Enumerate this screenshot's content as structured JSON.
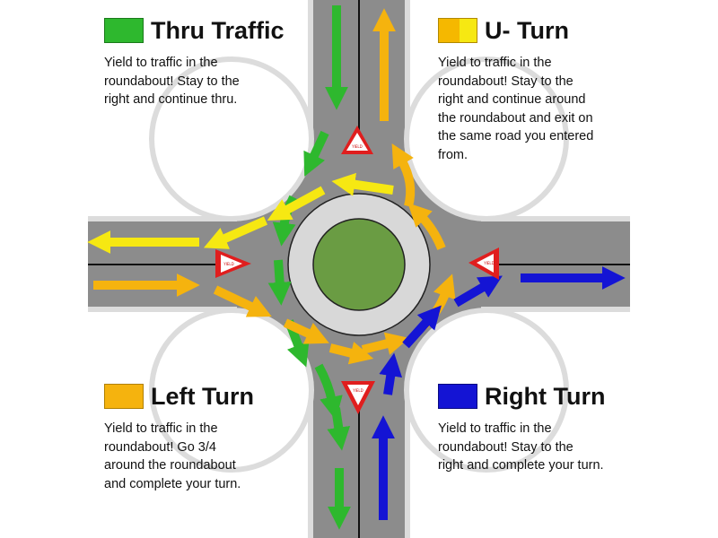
{
  "colors": {
    "road": "#8c8c8c",
    "road_edge": "#dcdcdc",
    "lane_line": "#111111",
    "island": "#6a9c43",
    "apron": "#d8d8d8",
    "thru": "#2eb82e",
    "uturn": "#f5b800",
    "uturn_accent": "#f6e812",
    "left": "#f5b30e",
    "right": "#1414d4",
    "yield_red": "#e01e1e"
  },
  "legend": {
    "thru": {
      "title": "Thru Traffic",
      "desc": "Yield to traffic in the\nroundabout!  Stay to the\nright and continue thru."
    },
    "uturn": {
      "title": "U- Turn",
      "desc": "Yield to traffic in the\nroundabout!  Stay to the\nright and continue around\nthe roundabout and exit on\nthe same road you entered\nfrom."
    },
    "left": {
      "title": "Left Turn",
      "desc": "Yield to traffic in the\nroundabout!  Go 3/4\naround the roundabout\nand complete your turn."
    },
    "right": {
      "title": "Right Turn",
      "desc": "Yield to traffic in the\nroundabout!  Stay to the\nright and complete your turn."
    }
  },
  "yield_sign_text": "YIELD"
}
